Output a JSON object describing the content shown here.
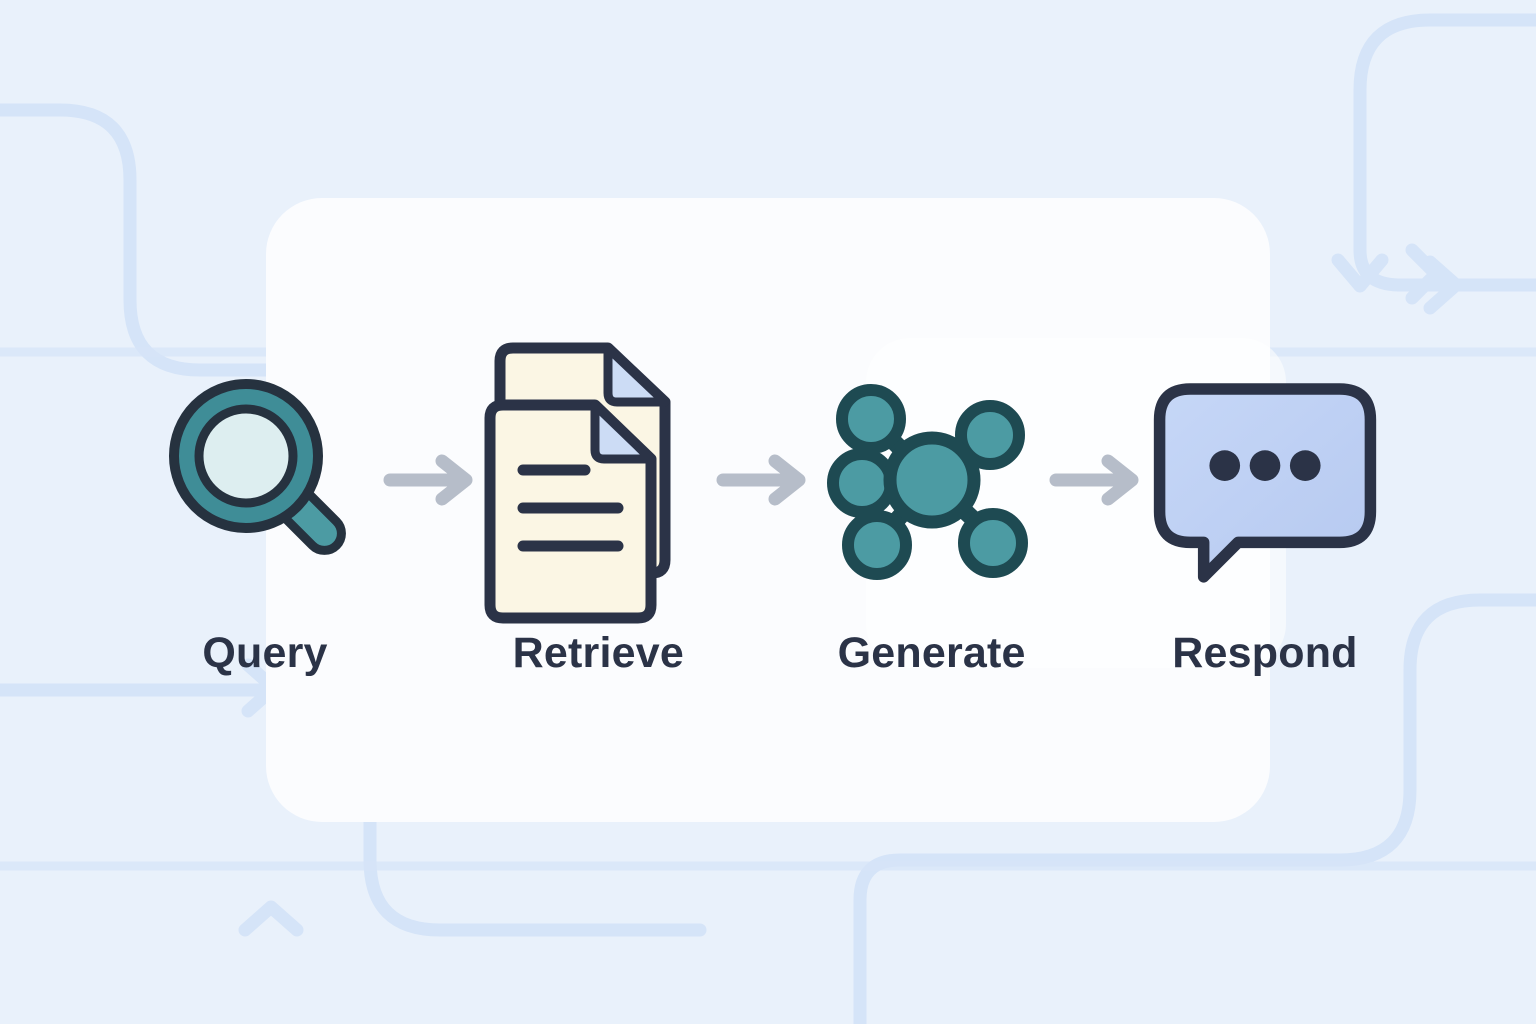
{
  "diagram": {
    "title": "RAG pipeline flow",
    "background_color": "#e9f1fb",
    "card_color": "#fbfcfe",
    "label_color": "#2b3347",
    "arrow_color": "#b6bdc9",
    "teal": "#4c9ba3",
    "teal_dark": "#1e4a52",
    "cream": "#fbf6e4",
    "periwinkle": "#c3d5f5"
  },
  "stages": [
    {
      "label": "Query",
      "icon": "magnifier-icon",
      "icon_description": "magnifying glass with teal ring and pale lens"
    },
    {
      "label": "Retrieve",
      "icon": "documents-icon",
      "icon_description": "two stacked cream document pages with folded corners and text lines"
    },
    {
      "label": "Generate",
      "icon": "network-nodes-icon",
      "icon_description": "teal hub node linked to five satellite nodes"
    },
    {
      "label": "Respond",
      "icon": "speech-bubble-icon",
      "icon_description": "periwinkle speech bubble with three dots"
    }
  ],
  "connectors": [
    {
      "name": "arrow-query-to-retrieve",
      "glyph": "right-arrow-icon"
    },
    {
      "name": "arrow-retrieve-to-generate",
      "glyph": "right-arrow-icon"
    },
    {
      "name": "arrow-generate-to-respond",
      "glyph": "right-arrow-icon"
    }
  ]
}
